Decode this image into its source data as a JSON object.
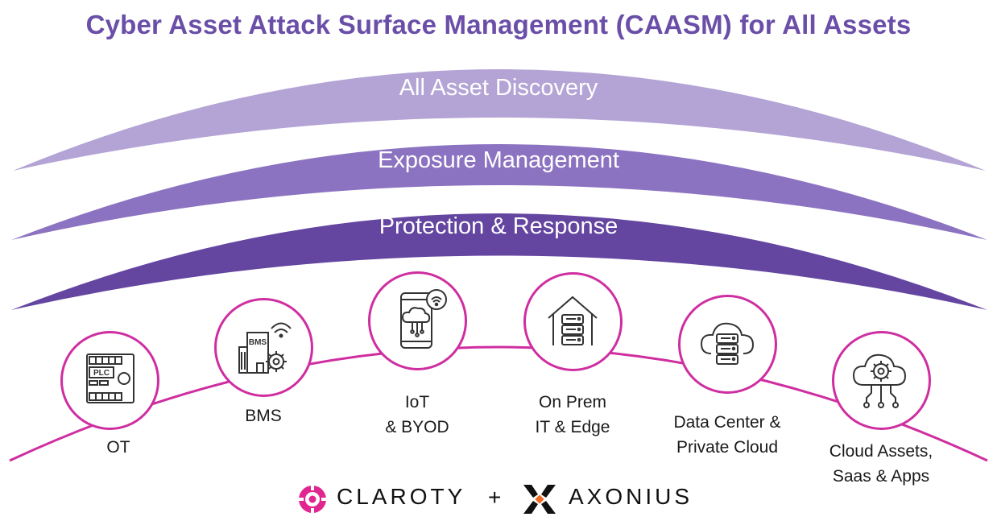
{
  "title": "Cyber Asset Attack Surface Management (CAASM) for All Assets",
  "layers": [
    {
      "label": "All Asset Discovery",
      "color": "#b3a4d5"
    },
    {
      "label": "Exposure Management",
      "color": "#8c73c1"
    },
    {
      "label": "Protection & Response",
      "color": "#6446a1"
    }
  ],
  "nodes": [
    {
      "icon": "plc-module-icon",
      "icon_text": "PLC",
      "label_lines": [
        "OT"
      ]
    },
    {
      "icon": "building-gear-wifi-icon",
      "icon_text": "BMS",
      "label_lines": [
        "BMS"
      ]
    },
    {
      "icon": "smartphone-cloud-wifi-icon",
      "label_lines": [
        "IoT",
        "& BYOD"
      ]
    },
    {
      "icon": "house-server-icon",
      "label_lines": [
        "On Prem",
        "IT & Edge"
      ]
    },
    {
      "icon": "cloud-server-icon",
      "label_lines": [
        "Data Center &",
        "Private Cloud"
      ]
    },
    {
      "icon": "cloud-gear-network-icon",
      "label_lines": [
        "Cloud Assets,",
        "Saas & Apps"
      ]
    }
  ],
  "logos": {
    "claroty": "CLAROTY",
    "plus": "+",
    "axonius": "AXONIUS"
  },
  "colors": {
    "title": "#6a4ea7",
    "node_ring": "#cf2ea0",
    "arc_line": "#cf2ea0",
    "claroty_brand": "#e0268f",
    "axonius_accent": "#f26a21"
  }
}
